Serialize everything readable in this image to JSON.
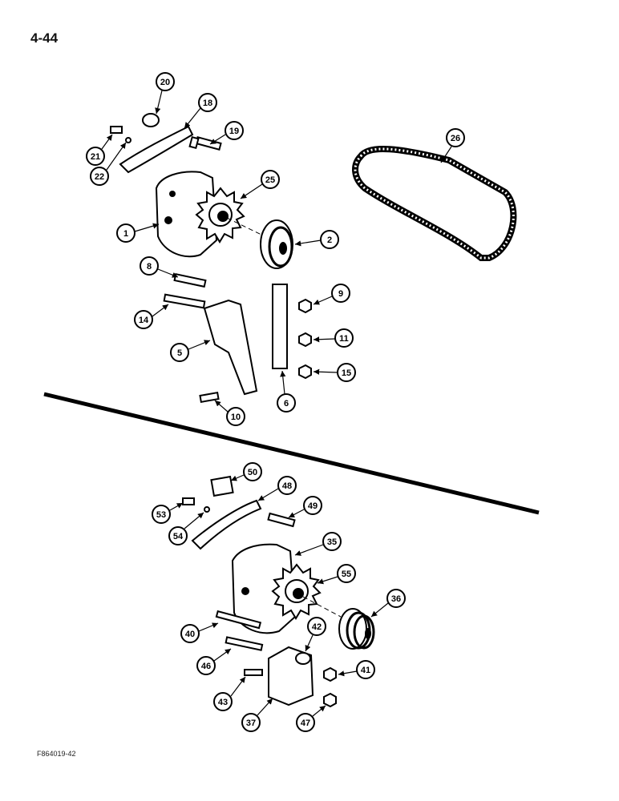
{
  "page": {
    "number": "4-44",
    "figure_id": "F864019-42"
  },
  "callouts": {
    "c1": "1",
    "c2": "2",
    "c5": "5",
    "c6": "6",
    "c8": "8",
    "c9": "9",
    "c10": "10",
    "c11": "11",
    "c14": "14",
    "c15": "15",
    "c18": "18",
    "c19": "19",
    "c20": "20",
    "c21": "21",
    "c22": "22",
    "c25": "25",
    "c26": "26",
    "c35": "35",
    "c36": "36",
    "c37": "37",
    "c40": "40",
    "c41": "41",
    "c42": "42",
    "c43": "43",
    "c46": "46",
    "c47": "47",
    "c48": "48",
    "c49": "49",
    "c50": "50",
    "c53": "53",
    "c54": "54",
    "c55": "55"
  }
}
